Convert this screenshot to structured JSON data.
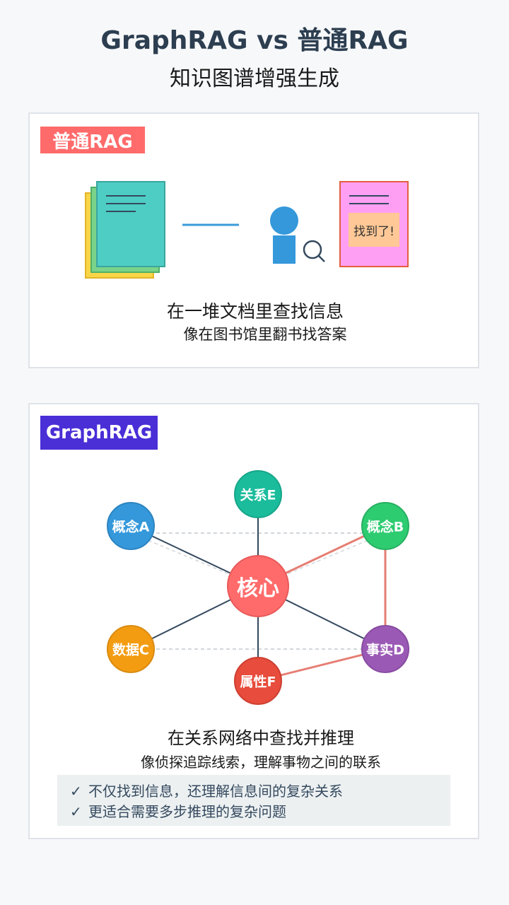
{
  "header": {
    "title": "GraphRAG vs 普通RAG",
    "subtitle": "知识图谱增强生成"
  },
  "normal_rag": {
    "tag": "普通RAG",
    "found_text": "找到了!",
    "caption_main": "在一堆文档里查找信息",
    "caption_sub": "像在图书馆里翻书找答案"
  },
  "graph_rag": {
    "tag": "GraphRAG",
    "caption_main": "在关系网络中查找并推理",
    "caption_sub": "像侦探追踪线索，理解事物之间的联系",
    "benefits": [
      {
        "check": "✓",
        "text": "不仅找到信息，还理解信息间的复杂关系"
      },
      {
        "check": "✓",
        "text": "更适合需要多步推理的复杂问题"
      }
    ],
    "nodes": {
      "core": {
        "label": "核心",
        "color": "#ff6b6b"
      },
      "e": {
        "label": "关系E",
        "color": "#1abc9c"
      },
      "a": {
        "label": "概念A",
        "color": "#3498db"
      },
      "b": {
        "label": "概念B",
        "color": "#2ecc71"
      },
      "c": {
        "label": "数据C",
        "color": "#f39c12"
      },
      "d": {
        "label": "事实D",
        "color": "#9b59b6"
      },
      "f": {
        "label": "属性F",
        "color": "#e74c3c"
      }
    }
  },
  "colors": {
    "title": "#2c3e50",
    "normal_accent": "#ff6b6b",
    "graph_accent": "#4a2ed6",
    "reasoning_path": "#e67e73",
    "link": "#34495e"
  }
}
